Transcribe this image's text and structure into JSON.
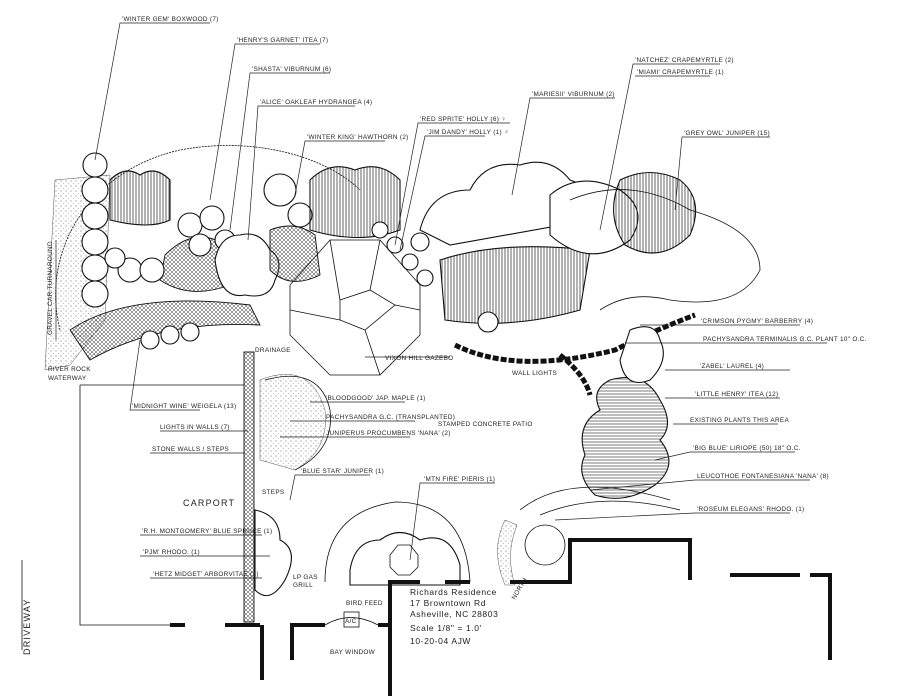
{
  "title_block": {
    "name": "Richards Residence",
    "address": "17 Browntown Rd",
    "city": "Asheville, NC 28803",
    "scale": "Scale 1/8\" = 1.0'",
    "date_author": "10-20-04 AJW"
  },
  "areas": {
    "carport": "Carport",
    "patio": "Stamped Concrete Patio",
    "gazebo": "Vixon Hill Gazebo",
    "gravel": "Gravel Car Turnaround",
    "river_rock_1": "River Rock",
    "river_rock_2": "Waterway",
    "driveway": "Driveway",
    "bay_window": "Bay Window",
    "ac": "A/C",
    "wall_lights": "Wall Lights",
    "north": "North",
    "drainage": "Drainage",
    "steps": "Steps",
    "gas_grill_1": "LP Gas",
    "gas_grill_2": "Grill",
    "bird_feeder": "Bird Feed"
  },
  "plant_labels": {
    "winter_gem": "'Winter Gem' Boxwood (7)",
    "henrys_garnet": "'Henry's Garnet' Itea (7)",
    "shasta": "'Shasta' Viburnum (6)",
    "alice": "'Alice' Oakleaf Hydrangea (4)",
    "winter_king": "'Winter King' Hawthorn (2)",
    "red_sprite": "'Red Sprite' Holly (6) ♀",
    "jim_dandy": "'Jim Dandy' Holly (1) ♂",
    "mariesii": "'Mariesii' Viburnum (2)",
    "natchez": "'Natchez' Crapemyrtle (2)",
    "miami": "'Miami' Crapemyrtle (1)",
    "grey_owl": "'Grey Owl' Juniper (15)",
    "crimson_pygmy": "'Crimson Pygmy' Barberry (4)",
    "pachysandra": "Pachysandra terminalis G.C. Plant 10\" O.C.",
    "zabel": "'Zabel' Laurel (4)",
    "little_henry": "'Little Henry' Itea (12)",
    "existing": "Existing Plants This Area",
    "big_blue": "'Big Blue' Liriope (50) 18\" O.C.",
    "leucothoe": "Leucothoe fontanesiana 'Nana' (8)",
    "roseum": "'Roseum Elegans' Rhodo. (1)",
    "midnight_wine": "'Midnight Wine' Weigela (13)",
    "lights_walls": "Lights in Walls (7)",
    "stone_walls": "Stone Walls / Steps",
    "bloodgood": "'Bloodgood' Jap. Maple (1)",
    "pachy_transplanted": "Pachysandra G.C. (Transplanted)",
    "juniperus": "Juniperus procumbens 'Nana' (2)",
    "blue_star": "'Blue Star' Juniper (1)",
    "mtn_fire": "'Mtn Fire' Pieris (1)",
    "montgomery": "'R.H. Montgomery' Blue Spruce (1)",
    "pjm": "'PJM' Rhodo. (1)",
    "hetz": "'Hetz Midget' Arborvitae (1)"
  }
}
